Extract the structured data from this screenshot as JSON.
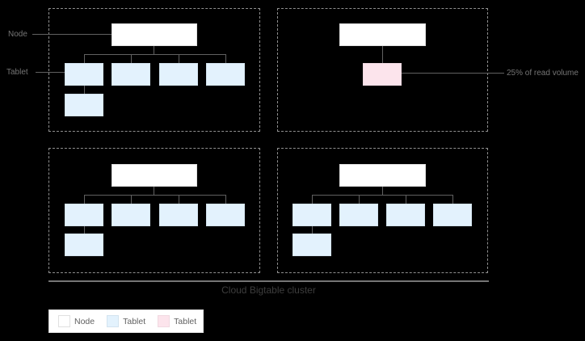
{
  "labels": {
    "node_pointer": "Node",
    "tablet_pointer": "Tablet",
    "hot_tablet_note": "25% of read volume",
    "cluster_caption": "Cloud Bigtable cluster"
  },
  "legend": {
    "items": [
      {
        "label": "Node",
        "color": "#ffffff"
      },
      {
        "label": "Tablet",
        "color": "#e3f2fd"
      },
      {
        "label": "Tablet",
        "color": "#fce4ec"
      }
    ]
  },
  "colors": {
    "background": "#000000",
    "node_fill": "#ffffff",
    "node_border": "#e0e0e0",
    "tablet_fill": "#e3f2fd",
    "tablet_border": "#d3e3ef",
    "hot_tablet_fill": "#fce4ec",
    "hot_tablet_border": "#f0d9e1",
    "connector": "#616161",
    "dashed_border": "#8f8f8f",
    "pointer_text": "#757575",
    "caption_text": "#3d3d3d",
    "cluster_line": "#757575"
  }
}
